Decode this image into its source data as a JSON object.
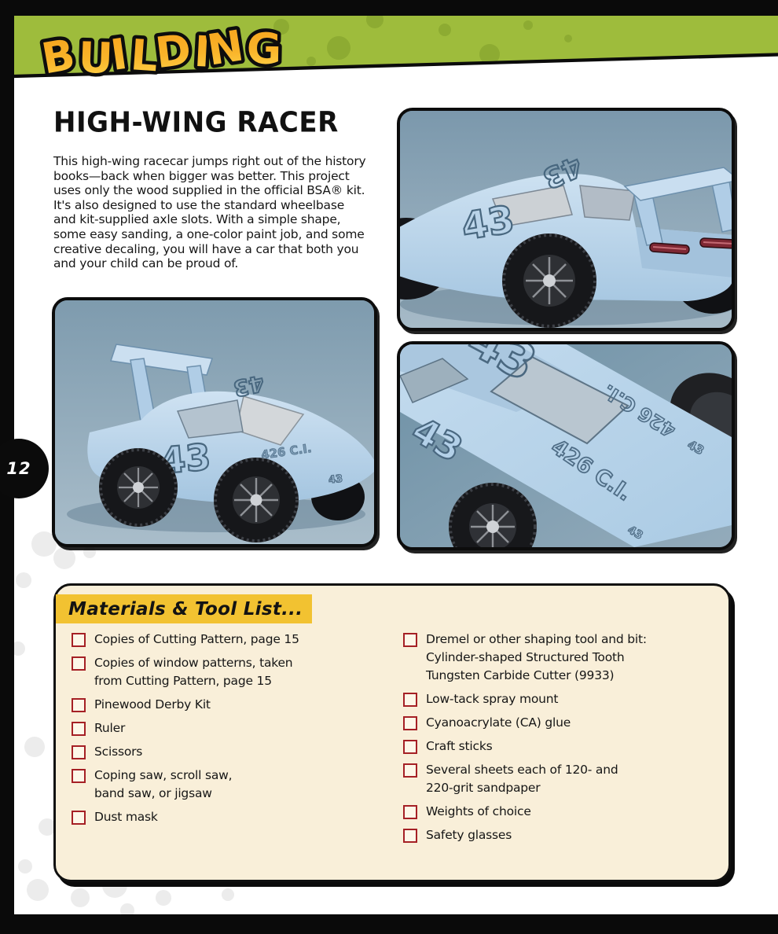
{
  "banner": {
    "title": "BUILDING"
  },
  "page_number": "12",
  "article": {
    "title": "HIGH-WING RACER",
    "body": "This high-wing racecar jumps right out of the history\nbooks—back when bigger was better. This project\nuses only the wood supplied in the official BSA® kit.\nIt's also designed to use the standard wheelbase\nand kit-supplied axle slots. With a simple shape,\nsome easy sanding, a one-color paint job, and some\ncreative decaling, you will have a car that both you\nand your child can be proud of."
  },
  "decals": {
    "number": "43",
    "engine": "426 C.I."
  },
  "materials": {
    "title": "Materials & Tool List...",
    "left": [
      "Copies of Cutting Pattern, page 15",
      "Copies of window patterns, taken\nfrom Cutting Pattern, page 15",
      "Pinewood Derby Kit",
      "Ruler",
      "Scissors",
      "Coping saw, scroll saw,\nband saw, or jigsaw",
      "Dust mask"
    ],
    "right": [
      "Dremel or other shaping tool and bit:\nCylinder-shaped Structured Tooth\nTungsten Carbide Cutter (9933)",
      "Low-tack spray mount",
      "Cyanoacrylate (CA) glue",
      "Craft sticks",
      "Several sheets each of 120- and\n220-grit sandpaper",
      "Weights of choice",
      "Safety glasses"
    ]
  },
  "colors": {
    "banner_green": "#9ebc3c",
    "banner_dot_green": "#87a52f",
    "building_orange": "#f6a01b",
    "building_yellow": "#ffd94f",
    "box_cream": "#f9efd9",
    "header_gold": "#f2c231",
    "checkbox_red": "#a52025",
    "photo_bg_blue": "#7c99ad",
    "car_blue": "#b7d3ea",
    "scan_black": "#0a0a0a"
  }
}
